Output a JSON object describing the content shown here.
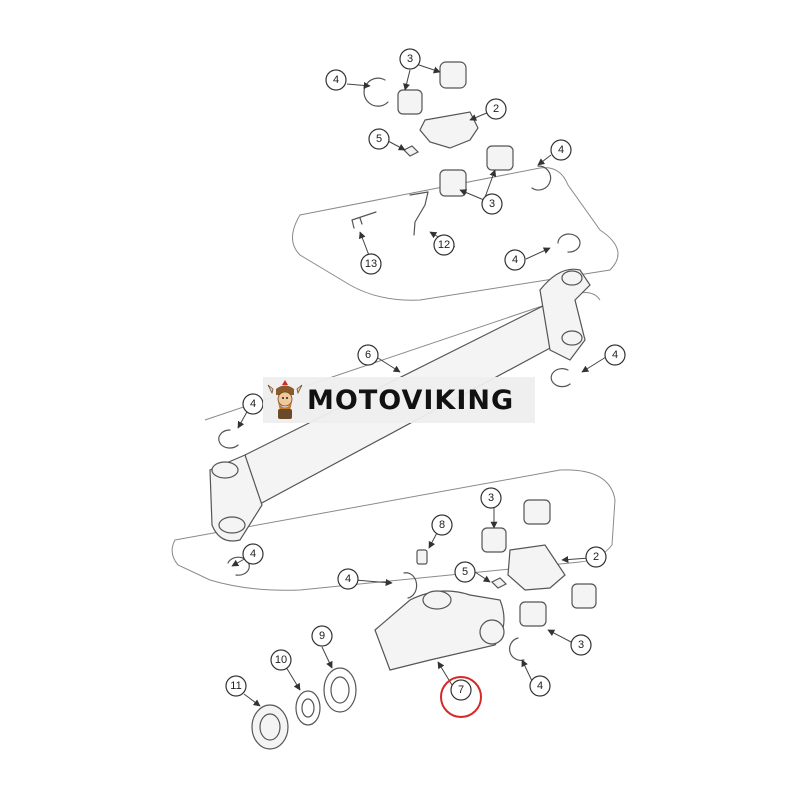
{
  "diagram": {
    "callouts": [
      "2",
      "3",
      "4",
      "5",
      "6",
      "7",
      "8",
      "9",
      "10",
      "11",
      "12",
      "13"
    ],
    "highlight_color": "#d62828",
    "highlighted_callout": "7"
  },
  "watermark": {
    "brand": "MOTOVIKING",
    "logo_icon": "viking-mascot-icon"
  }
}
